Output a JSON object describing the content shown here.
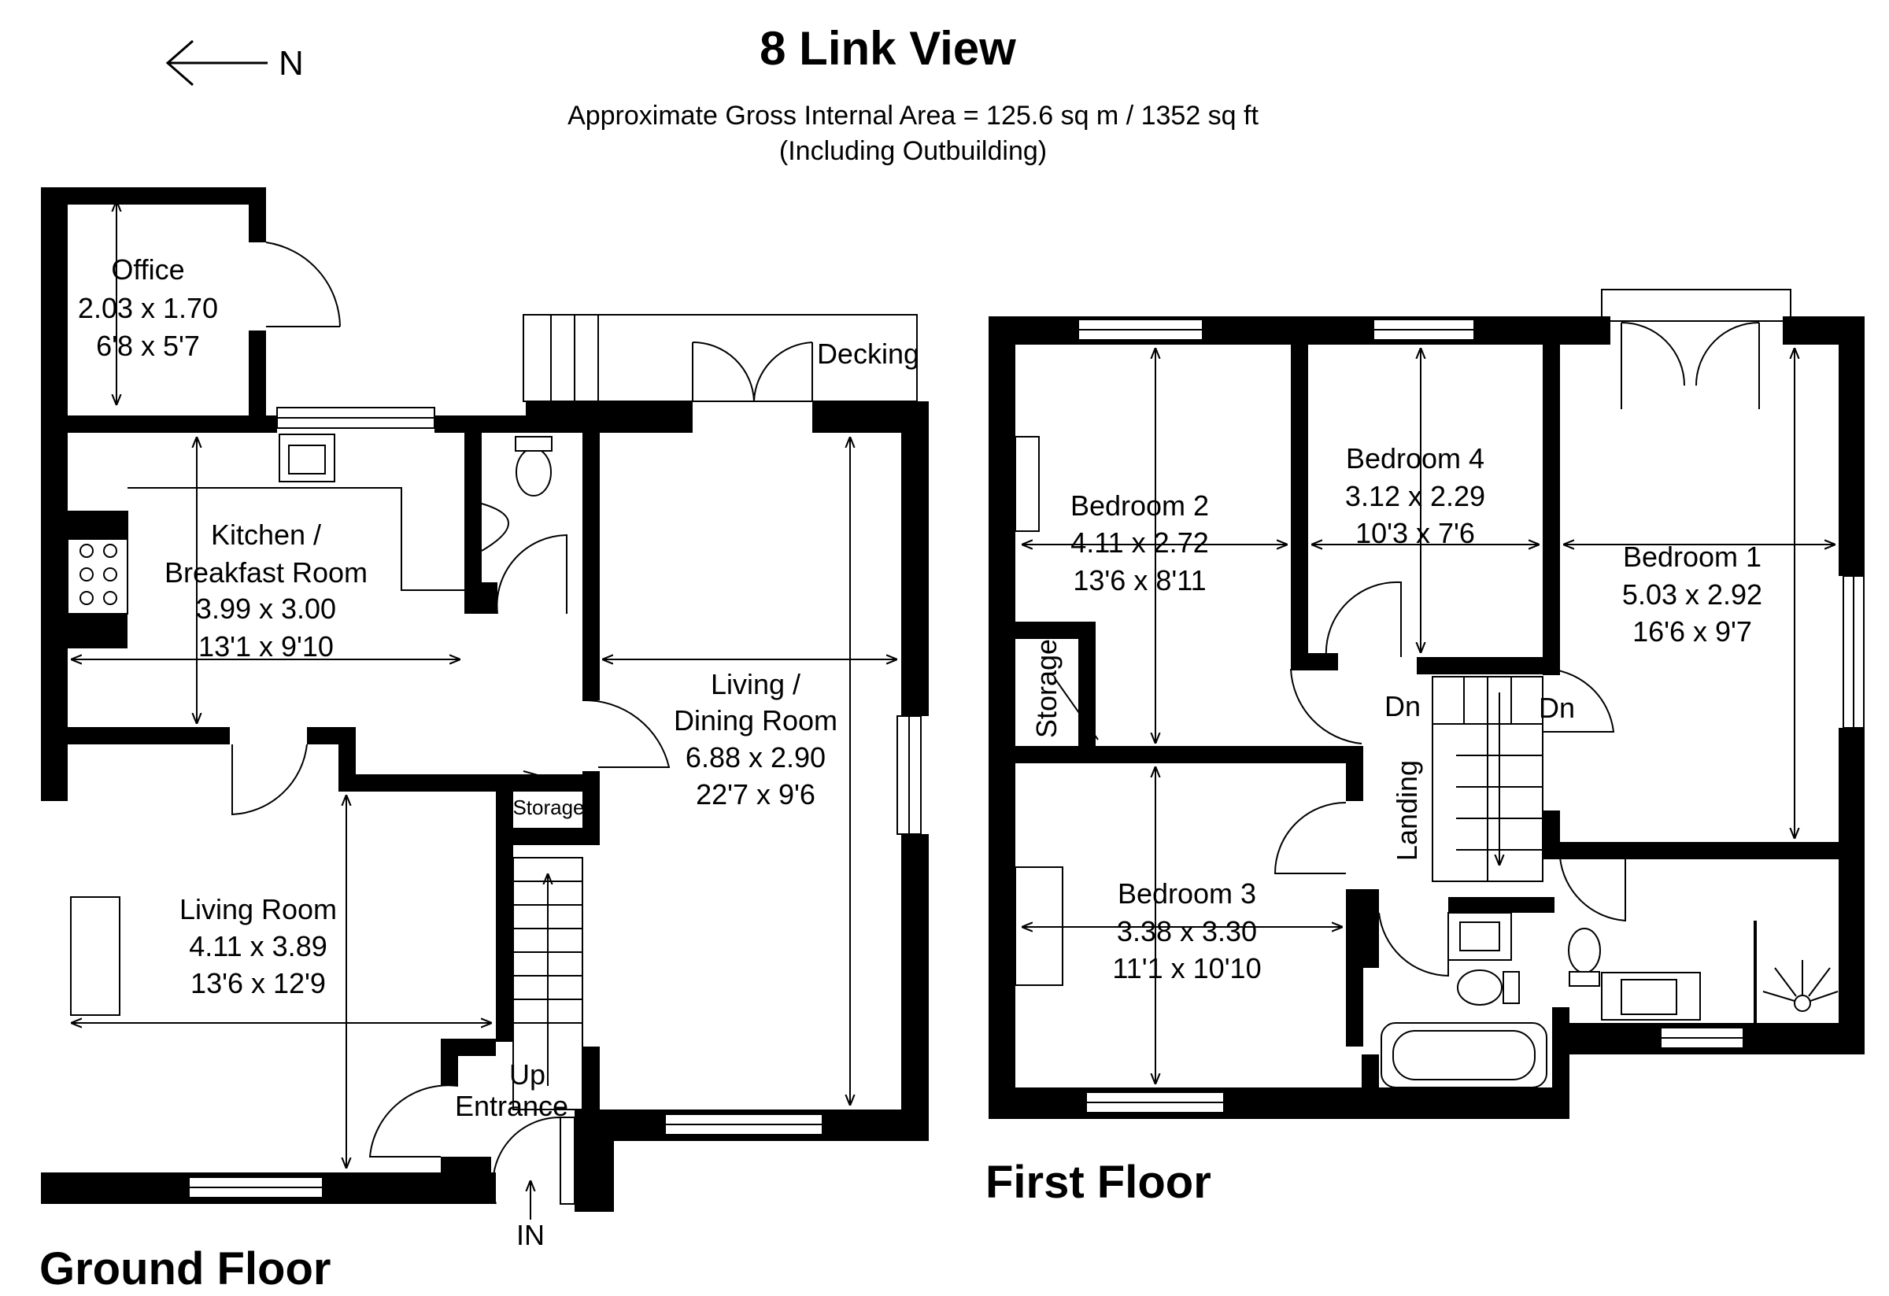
{
  "header": {
    "title": "8 Link View",
    "area_line": "Approximate Gross Internal Area = 125.6 sq m / 1352 sq ft",
    "area_note": "(Including Outbuilding)",
    "north_label": "N"
  },
  "ground_floor": {
    "label": "Ground Floor",
    "office": {
      "name": "Office",
      "metric": "2.03 x 1.70",
      "imperial": "6'8 x 5'7"
    },
    "kitchen": {
      "name_1": "Kitchen /",
      "name_2": "Breakfast Room",
      "metric": "3.99 x 3.00",
      "imperial": "13'1 x 9'10"
    },
    "living_dining": {
      "name_1": "Living /",
      "name_2": "Dining Room",
      "metric": "6.88 x 2.90",
      "imperial": "22'7 x 9'6"
    },
    "living_room": {
      "name": "Living Room",
      "metric": "4.11 x 3.89",
      "imperial": "13'6 x 12'9"
    },
    "decking": "Decking",
    "storage": "Storage",
    "stairs_up": "Up",
    "entrance": "Entrance",
    "in_label": "IN"
  },
  "first_floor": {
    "label": "First Floor",
    "bedroom_1": {
      "name": "Bedroom 1",
      "metric": "5.03 x 2.92",
      "imperial": "16'6 x 9'7"
    },
    "bedroom_2": {
      "name": "Bedroom 2",
      "metric": "4.11 x 2.72",
      "imperial": "13'6 x 8'11"
    },
    "bedroom_3": {
      "name": "Bedroom 3",
      "metric": "3.38 x 3.30",
      "imperial": "11'1 x 10'10"
    },
    "bedroom_4": {
      "name": "Bedroom 4",
      "metric": "3.12 x 2.29",
      "imperial": "10'3 x 7'6"
    },
    "storage": "Storage",
    "landing": "Landing",
    "down_left": "Dn",
    "down_right": "Dn"
  }
}
